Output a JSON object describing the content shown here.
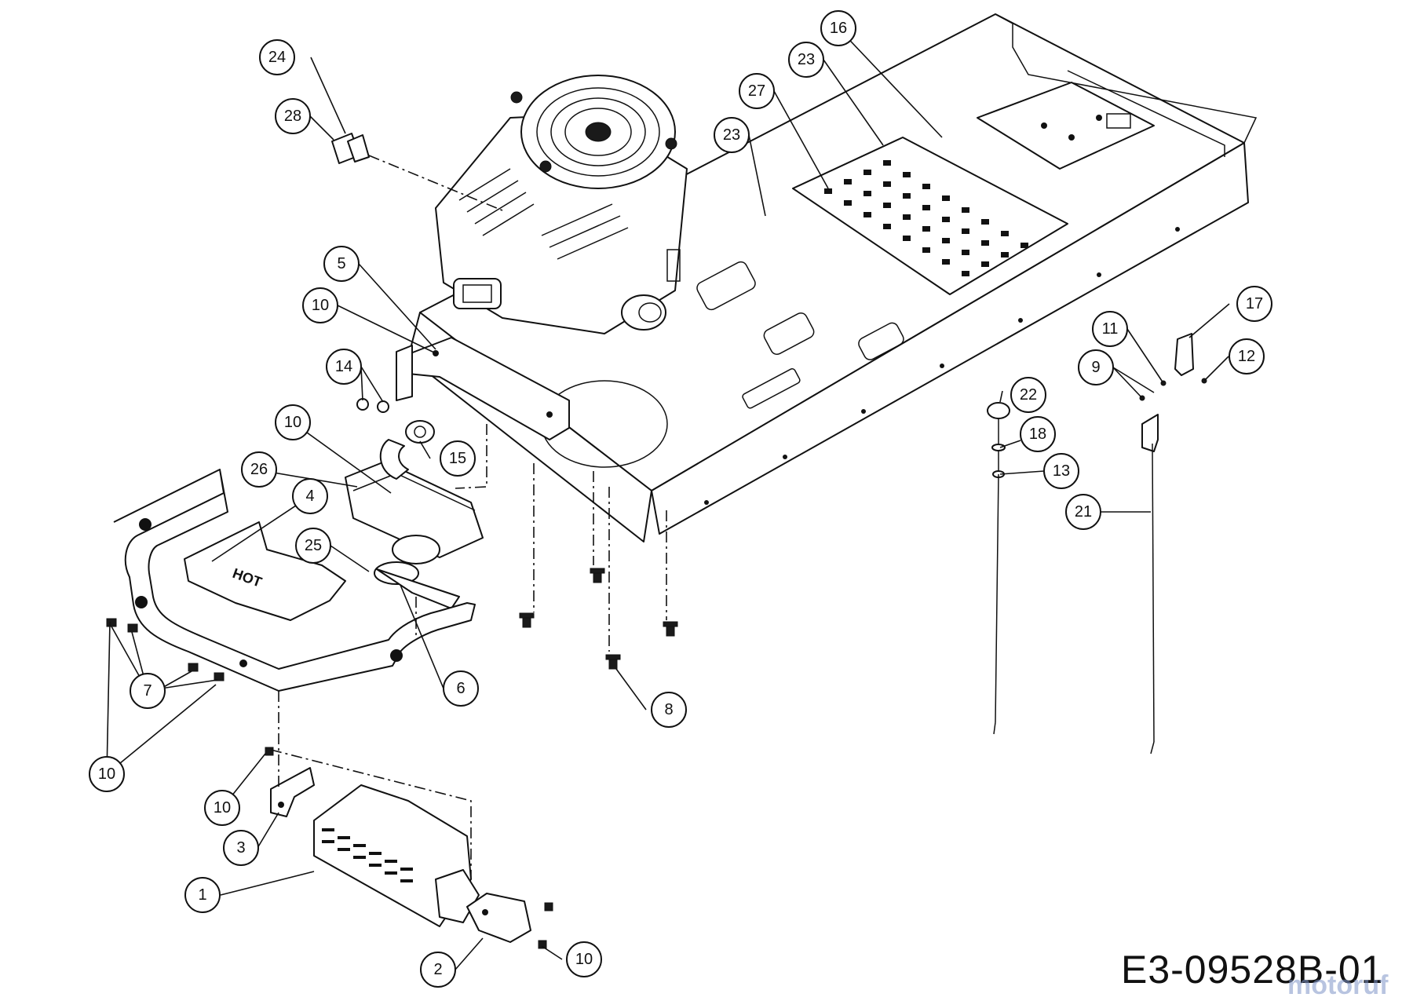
{
  "diagram": {
    "drawing_number": "E3-09528B-01",
    "watermark": "motoruf",
    "hot_label": "HOT",
    "callouts": [
      {
        "id": "c1",
        "label": "1"
      },
      {
        "id": "c2",
        "label": "2"
      },
      {
        "id": "c3",
        "label": "3"
      },
      {
        "id": "c4",
        "label": "4"
      },
      {
        "id": "c5",
        "label": "5"
      },
      {
        "id": "c6",
        "label": "6"
      },
      {
        "id": "c7",
        "label": "7"
      },
      {
        "id": "c8",
        "label": "8"
      },
      {
        "id": "c9",
        "label": "9"
      },
      {
        "id": "c10a",
        "label": "10"
      },
      {
        "id": "c10b",
        "label": "10"
      },
      {
        "id": "c10c",
        "label": "10"
      },
      {
        "id": "c10d",
        "label": "10"
      },
      {
        "id": "c10e",
        "label": "10"
      },
      {
        "id": "c11",
        "label": "11"
      },
      {
        "id": "c12",
        "label": "12"
      },
      {
        "id": "c13",
        "label": "13"
      },
      {
        "id": "c14",
        "label": "14"
      },
      {
        "id": "c15",
        "label": "15"
      },
      {
        "id": "c16",
        "label": "16"
      },
      {
        "id": "c17",
        "label": "17"
      },
      {
        "id": "c18",
        "label": "18"
      },
      {
        "id": "c21",
        "label": "21"
      },
      {
        "id": "c22",
        "label": "22"
      },
      {
        "id": "c23a",
        "label": "23"
      },
      {
        "id": "c23b",
        "label": "23"
      },
      {
        "id": "c24",
        "label": "24"
      },
      {
        "id": "c25",
        "label": "25"
      },
      {
        "id": "c26",
        "label": "26"
      },
      {
        "id": "c27",
        "label": "27"
      },
      {
        "id": "c28",
        "label": "28"
      }
    ]
  }
}
